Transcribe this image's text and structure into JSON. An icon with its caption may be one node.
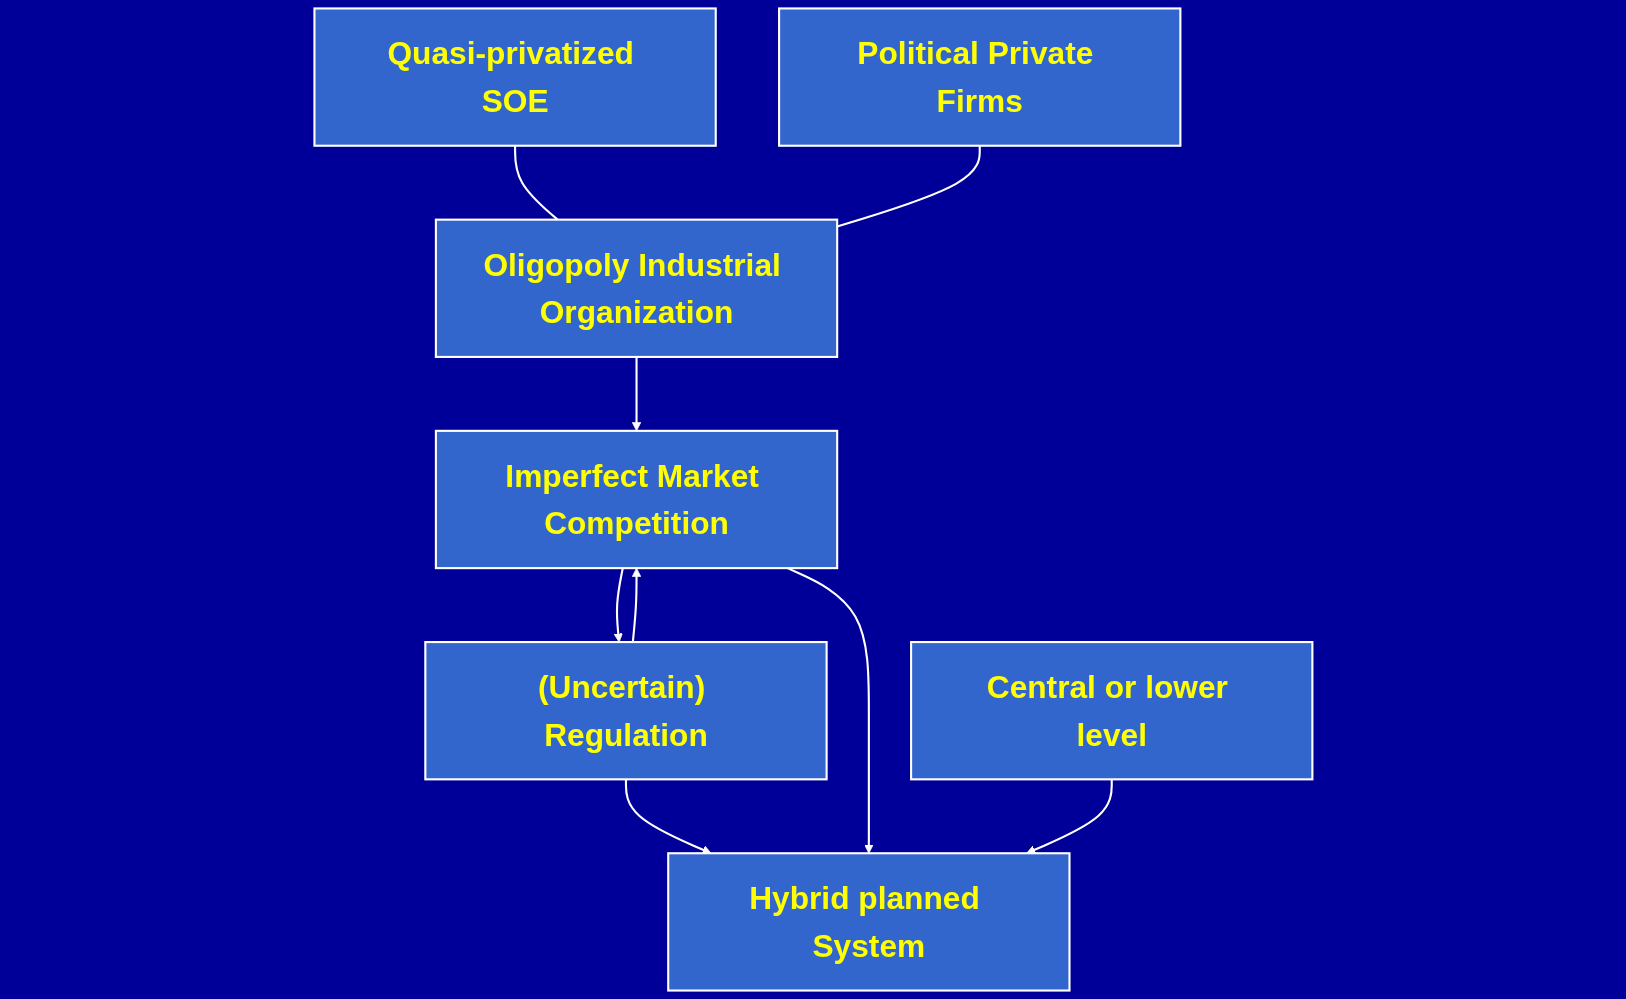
{
  "diagram": {
    "nodes": [
      {
        "text": [
          "Quasi-privatized SOE"
        ]
      },
      {
        "text": [
          "Political Private Firms"
        ]
      },
      {
        "text": [
          "Oligopoly Industrial Organization"
        ]
      },
      {
        "text": [
          "Imperfect Market Competition"
        ]
      },
      {
        "text": [
          "(Uncertain) Regulation"
        ]
      },
      {
        "text": [
          "Hybrid planned System"
        ]
      },
      {
        "text": [
          "Central or lower level"
        ]
      }
    ],
    "edges": [
      {
        "from": 0,
        "to": 2,
        "arrow": "none"
      },
      {
        "from": 1,
        "to": 2,
        "arrow": "none"
      },
      {
        "from": 2,
        "to": 3,
        "arrow": "to"
      },
      {
        "from": 4,
        "to": 3,
        "arrow": "to"
      },
      {
        "from": 3,
        "to": 4,
        "arrow": "to"
      },
      {
        "from": 4,
        "to": 5,
        "arrow": "to"
      },
      {
        "from": 3,
        "to": 5,
        "arrow": "to"
      },
      {
        "from": 6,
        "to": 5,
        "arrow": "to"
      }
    ]
  }
}
